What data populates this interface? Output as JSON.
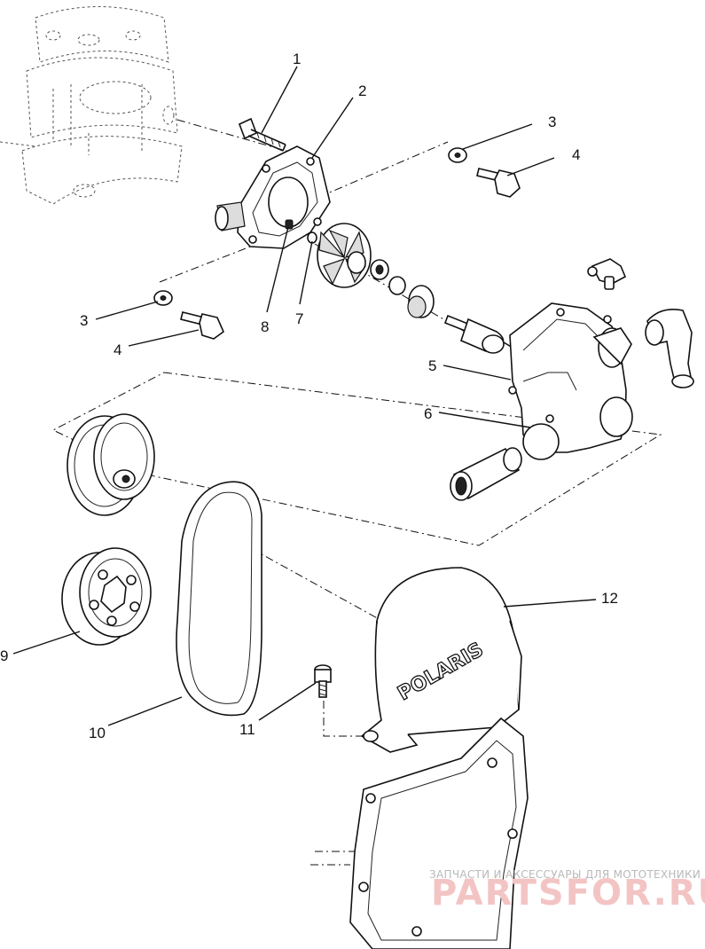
{
  "callouts": [
    {
      "id": "1",
      "label": "1"
    },
    {
      "id": "2",
      "label": "2"
    },
    {
      "id": "3a",
      "label": "3"
    },
    {
      "id": "4a",
      "label": "4"
    },
    {
      "id": "3b",
      "label": "3"
    },
    {
      "id": "4b",
      "label": "4"
    },
    {
      "id": "8",
      "label": "8"
    },
    {
      "id": "7",
      "label": "7"
    },
    {
      "id": "5",
      "label": "5"
    },
    {
      "id": "6",
      "label": "6"
    },
    {
      "id": "9",
      "label": "9"
    },
    {
      "id": "10",
      "label": "10"
    },
    {
      "id": "11",
      "label": "11"
    },
    {
      "id": "12",
      "label": "12"
    }
  ],
  "cover_brand": "POLARIS",
  "watermark": {
    "tagline": "ЗАПЧАСТИ И АКСЕССУАРЫ ДЛЯ МОТОТЕХНИКИ",
    "site": "PARTSFOR.RU"
  }
}
